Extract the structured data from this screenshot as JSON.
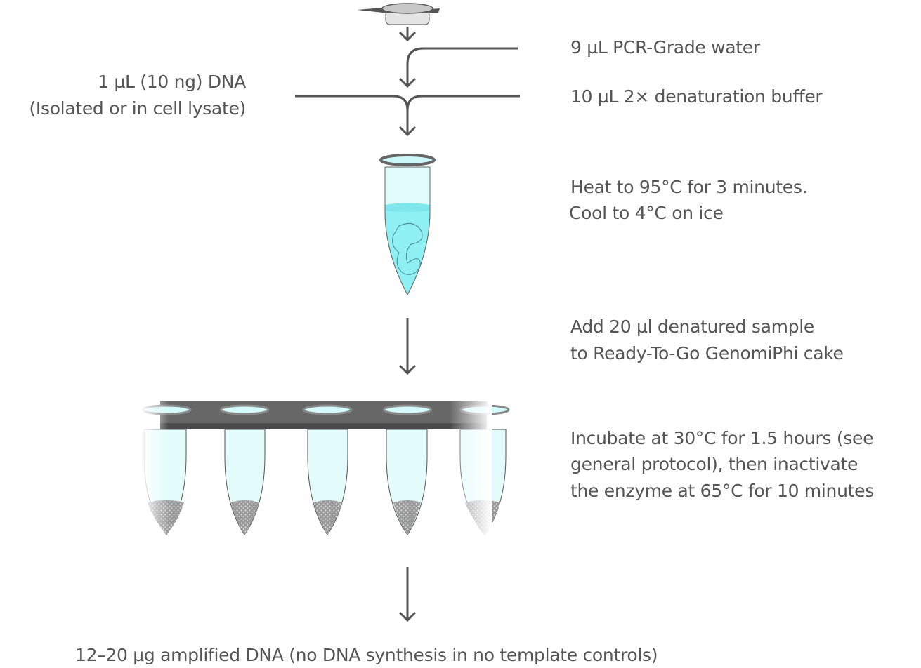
{
  "steps": {
    "water": "9 µL PCR-Grade water",
    "dna_line1": "1 µL (10 ng) DNA",
    "dna_line2": "(Isolated or in cell lysate)",
    "buffer": "10 µL 2× denaturation buffer",
    "heat_line1": "Heat to 95°C for 3 minutes.",
    "heat_line2": "Cool to 4°C on ice",
    "add_line1": "Add 20 µl denatured sample",
    "add_line2": "to Ready-To-Go GenomiPhi cake",
    "incubate_line1": "Incubate at 30°C for 1.5 hours (see",
    "incubate_line2": "general protocol), then inactivate",
    "incubate_line3": "the enzyme at 65°C for 10 minutes",
    "result": "12–20 µg amplified DNA (no DNA synthesis in no template controls)"
  },
  "colors": {
    "line": "#555555",
    "liquid": "#9eeef2",
    "tube": "#e4fbfc",
    "strip": "#5a5a5a"
  }
}
